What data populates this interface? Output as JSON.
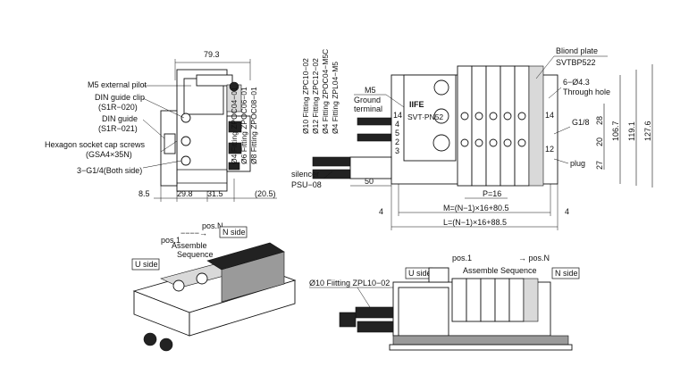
{
  "side_view": {
    "labels": {
      "width": "79.3",
      "m5_pilot": "M5 external pilot",
      "din_clip": "DIN guide clip",
      "din_clip_code": "(S1R−020)",
      "din_guide": "DIN guide",
      "din_guide_code": "(S1R−021)",
      "hex_screws": "Hexagon socket cap screws",
      "hex_screws_code": "(GSA4×35N)",
      "g14": "3−G1/4(Both side)",
      "dim_a": "8.5",
      "dim_b": "29.8",
      "dim_c": "31.5",
      "dim_d": "(20.5)"
    },
    "fittings_right": [
      "Ø4 Fitting ZPOC04−01",
      "Ø6 Fitting ZPOC06−01",
      "Ø8 Fitting ZPOC08−01"
    ]
  },
  "top_view": {
    "fittings_left": [
      "Ø10 Fitting ZPC10−02",
      "Ø12 Fitting ZPC12−02",
      "Ø4 Fitting ZPOC04−M5C",
      "Ø4 Fitting ZPL04−M5"
    ],
    "labels": {
      "m5": "M5",
      "ground": "Ground",
      "terminal": "terminal",
      "port14": "14",
      "port4": "4",
      "port5": "5",
      "port2": "2",
      "port3": "3",
      "port12": "12",
      "silencer": "silencer",
      "silencer_code": "PSU−08",
      "dim_50": "50",
      "blind_plate": "Bliond plate",
      "blind_plate_code": "SVTBP522",
      "holes": "6−Ø4.3",
      "through": "Through hole",
      "g18": "G1/8",
      "plug": "plug",
      "dim_28": "28",
      "dim_20": "20",
      "dim_27": "27",
      "dim_1067": "106.7",
      "dim_1191": "119.1",
      "dim_1276": "127.6",
      "pitch": "P=16",
      "m_formula": "M=(N−1)×16+80.5",
      "l_formula": "L=(N−1)×16+88.5",
      "dim_4a": "4",
      "dim_4b": "4",
      "module_text": "SVT∙PN52",
      "logo": "IIFE"
    }
  },
  "iso_view": {
    "pos1": "pos.1",
    "arrow": "−−−−→",
    "posN": "pos.N",
    "assemble": "Assemble",
    "sequence": "Sequence",
    "n_side": "N side",
    "u_side": "U side"
  },
  "bottom_view": {
    "u_side": "U side",
    "pos1": "pos.1",
    "posN": "→ pos.N",
    "assemble_sequence": "Assemble Sequence",
    "n_side": "N side",
    "fitting": "Ø10 Fiitting ZPL10−02"
  }
}
